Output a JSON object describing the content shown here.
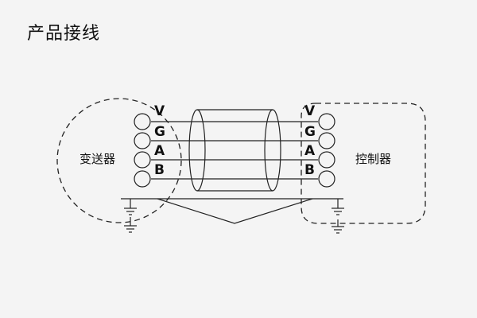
{
  "title": "产品接线",
  "transmitter": {
    "label": "变送器",
    "pins": [
      "V",
      "G",
      "A",
      "B"
    ]
  },
  "controller": {
    "label": "控制器",
    "pins": [
      "V",
      "G",
      "A",
      "B"
    ]
  }
}
